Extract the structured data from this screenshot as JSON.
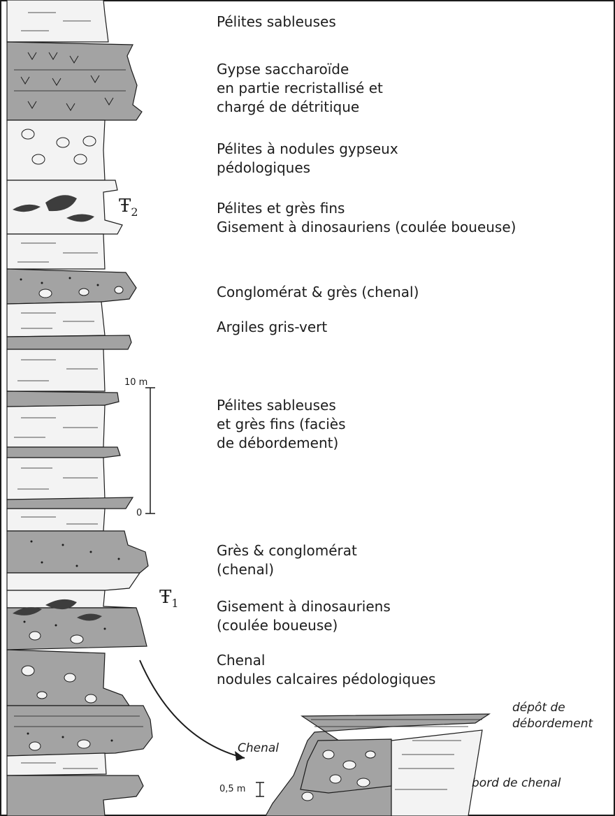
{
  "labels": [
    {
      "lines": [
        "Pélites sableuses"
      ]
    },
    {
      "lines": [
        "Gypse saccharoïde",
        "en partie recristallisé et",
        "chargé de détritique"
      ]
    },
    {
      "lines": [
        "Pélites à nodules gypseux",
        "pédologiques"
      ]
    },
    {
      "lines": [
        "Pélites et grès fins",
        "Gisement à dinosauriens (coulée boueuse)"
      ]
    },
    {
      "lines": [
        "Conglomérat & grès (chenal)"
      ]
    },
    {
      "lines": [
        "Argiles gris-vert"
      ]
    },
    {
      "lines": [
        "Pélites sableuses",
        "et grès fins (faciès",
        "de débordement)"
      ]
    },
    {
      "lines": [
        "Grès & conglomérat",
        "(chenal)"
      ]
    },
    {
      "lines": [
        "Gisement à dinosauriens",
        "(coulée boueuse)"
      ]
    },
    {
      "lines": [
        "Chenal",
        "nodules calcaires pédologiques"
      ]
    }
  ],
  "scale": {
    "top_label": "10 m",
    "bottom_label": "0"
  },
  "sites": [
    {
      "symbol": "Ŧ",
      "index": "2"
    },
    {
      "symbol": "Ŧ",
      "index": "1"
    }
  ],
  "inset": {
    "chenal": "Chenal",
    "depot_line1": "dépôt de",
    "depot_line2": "débordement",
    "bord": "bord de chenal",
    "scale": "0,5 m"
  },
  "colors": {
    "dark_fill": "#a3a3a3",
    "light_fill": "#f3f3f3",
    "fossil": "#3d3d3d",
    "ink": "#1c1c1c"
  }
}
